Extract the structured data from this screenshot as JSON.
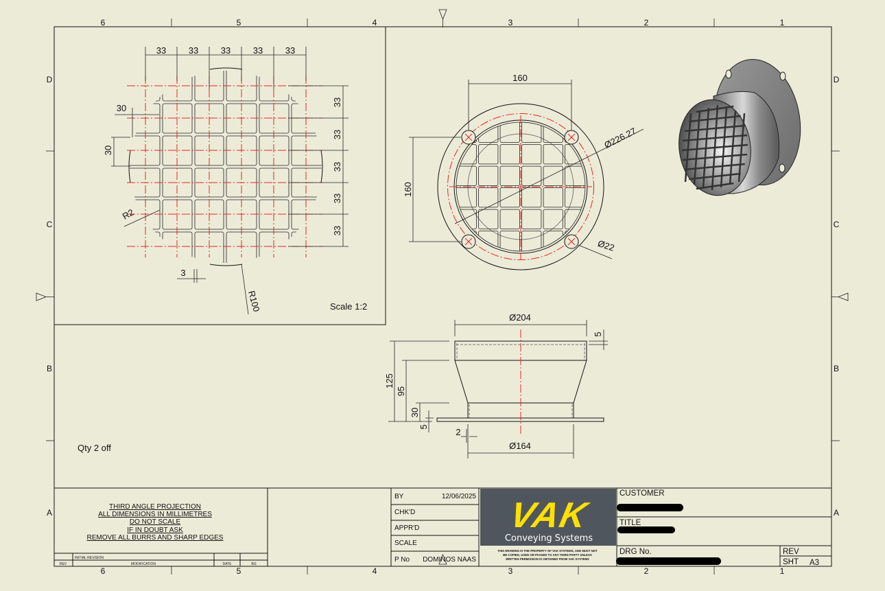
{
  "zones": {
    "columns": [
      "6",
      "5",
      "4",
      "3",
      "2",
      "1"
    ],
    "rows": [
      "D",
      "C",
      "B",
      "A"
    ]
  },
  "detail_view": {
    "pitch_dims": [
      "33",
      "33",
      "33",
      "33",
      "33"
    ],
    "row_dims": [
      "33",
      "33",
      "33",
      "33",
      "33"
    ],
    "edge_offset_h": "30",
    "edge_offset_v": "30",
    "corner_radius": "R2",
    "bar_width": "3",
    "outer_radius": "R100",
    "scale_label": "Scale 1:2"
  },
  "front_view": {
    "hole_pitch_h": "160",
    "hole_pitch_v": "160",
    "pcd": "Ø226.27",
    "hole_dia": "Ø22"
  },
  "side_view": {
    "top_dia": "Ø204",
    "rim_thickness": "5",
    "overall_height": "125",
    "cone_height": "95",
    "spigot_height": "30",
    "flange_thickness": "5",
    "wall_thickness": "2",
    "spigot_dia": "Ø164"
  },
  "quantity_note": "Qty 2 off",
  "notes": [
    "THIRD ANGLE PROJECTION",
    "ALL DIMENSIONS IN MILLIMETRES",
    "DO NOT SCALE",
    "IF IN DOUBT ASK",
    "REMOVE ALL BURRS AND SHARP EDGES"
  ],
  "revision_table": {
    "row": "INITIAL REVISION",
    "headers": [
      "REV",
      "MODIFICATION",
      "DATE",
      "BG"
    ]
  },
  "approvals": {
    "by_label": "BY",
    "by_date": "12/06/2025",
    "checked_label": "CHK'D",
    "approved_label": "APPR'D",
    "scale_label": "SCALE",
    "part_no_label": "P No",
    "part_no_value": "DOMINOS NAAS"
  },
  "logo": {
    "brand": "VAK",
    "tagline": "Conveying Systems",
    "brand_color": "#FFE000",
    "bg_color": "#50565E"
  },
  "disclaimer": [
    "THIS DRAWING IS THE PROPERTY OF VAK SYSTEMS, AND MUST NOT",
    "BE COPIED, USED OR PASSED TO ANY THIRD PARTY UNLESS",
    "WRITTEN PERMISSION IS OBTAINED FROM VAK SYSTEMS"
  ],
  "title_block": {
    "customer_label": "CUSTOMER",
    "title_label": "TITLE",
    "drawing_no_label": "DRG No.",
    "rev_label": "REV",
    "sheet_label": "SHT",
    "sheet_size": "A3"
  }
}
